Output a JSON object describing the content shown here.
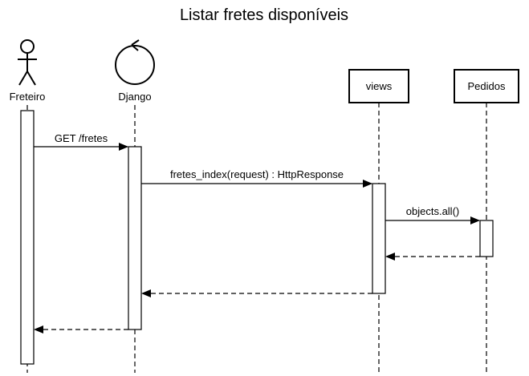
{
  "title": "Listar fretes disponíveis",
  "participants": [
    {
      "id": "freteiro",
      "label": "Freteiro",
      "kind": "actor",
      "icon": "stick-figure-icon"
    },
    {
      "id": "django",
      "label": "Django",
      "kind": "control",
      "icon": "control-circle-icon"
    },
    {
      "id": "views",
      "label": "views",
      "kind": "object"
    },
    {
      "id": "pedidos",
      "label": "Pedidos",
      "kind": "object"
    }
  ],
  "messages": [
    {
      "from": "freteiro",
      "to": "django",
      "label": "GET /fretes",
      "kind": "sync"
    },
    {
      "from": "django",
      "to": "views",
      "label": "fretes_index(request) : HttpResponse",
      "kind": "sync"
    },
    {
      "from": "views",
      "to": "pedidos",
      "label": "objects.all()",
      "kind": "sync"
    },
    {
      "from": "pedidos",
      "to": "views",
      "label": "",
      "kind": "return"
    },
    {
      "from": "views",
      "to": "django",
      "label": "",
      "kind": "return"
    },
    {
      "from": "django",
      "to": "freteiro",
      "label": "",
      "kind": "return"
    }
  ],
  "colors": {
    "stroke": "#000000",
    "background": "#ffffff"
  }
}
